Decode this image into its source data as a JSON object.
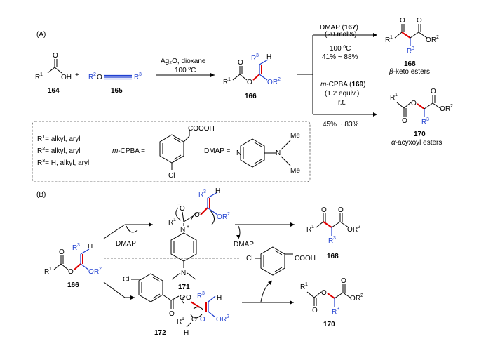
{
  "labels": {
    "part_a": "(A)",
    "part_b": "(B)"
  },
  "panel_a": {
    "acid": {
      "r": "R",
      "r_sup": "1",
      "oh": "OH",
      "o": "O",
      "number": "164"
    },
    "plus": "+",
    "ynol_ether": {
      "r2": "R",
      "r2_sup": "2",
      "o": "O",
      "r3": "R",
      "r3_sup": "3",
      "number": "165"
    },
    "reagent_1": "Ag₂O, dioxane",
    "condition_1": "100 ºC",
    "intermediate": {
      "number": "166"
    },
    "upper_route": {
      "reagent": "DMAP (",
      "reagent_num": "167",
      "reagent_end": ")",
      "loading": "(20 mol%)",
      "temperature": "100 ºC",
      "yield": "41% ~ 88%"
    },
    "lower_route": {
      "reagent_prefix": "m",
      "reagent": "-CPBA (",
      "reagent_num": "169",
      "reagent_end": ")",
      "loading": "(1.2 equiv.)",
      "temperature": "r.t.",
      "yield": "45% ~ 83%"
    },
    "product_upper": {
      "number": "168",
      "greek": "β",
      "name": "-keto esters"
    },
    "product_lower": {
      "number": "170",
      "greek": "α",
      "name": "-acyxoyl esters"
    },
    "definitions": {
      "r1": "= alkyl, aryl",
      "r2": "= alkyl, aryl",
      "r3": "= H, alkyl, aryl",
      "mcpba_prefix": "m",
      "mcpba_label": "-CPBA =",
      "mcpba_acid": "COOOH",
      "mcpba_cl": "Cl",
      "dmap_label": "DMAP =",
      "dmap_me1": "Me",
      "dmap_me2": "Me",
      "dmap_n": "N"
    }
  },
  "panel_b": {
    "start": {
      "number": "166"
    },
    "reagent_dmap": "DMAP",
    "reagent_dmap_2": "DMAP",
    "intermediate_171": {
      "number": "171",
      "minus": "−",
      "plus": "+",
      "n": "N"
    },
    "intermediate_172": {
      "number": "172",
      "cl": "Cl",
      "h": "H"
    },
    "byproduct": {
      "acid": "COOH",
      "cl": "Cl"
    },
    "product_upper": {
      "number": "168"
    },
    "product_lower": {
      "number": "170"
    }
  },
  "atoms": {
    "o": "O",
    "h": "H",
    "r": "R",
    "s1": "1",
    "s2": "2",
    "s3": "3",
    "n": "N"
  },
  "colors": {
    "blue": "#1f3fd0",
    "red": "#e00000",
    "box_border": "#555555"
  }
}
